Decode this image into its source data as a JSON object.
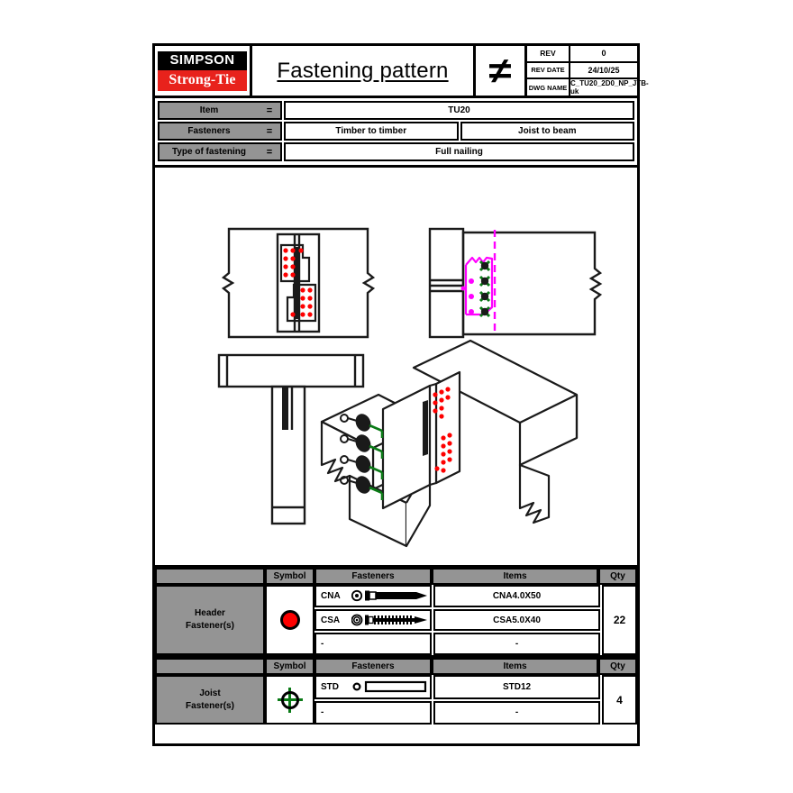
{
  "title_block": {
    "logo_top": "SIMPSON",
    "logo_bottom": "Strong-Tie",
    "sheet_title": "Fastening pattern",
    "projection_symbol": "≠",
    "rev_label": "REV",
    "rev_value": "0",
    "rev_date_label": "REV DATE",
    "rev_date_value": "24/10/25",
    "dwg_name_label": "DWG NAME",
    "dwg_name_value": "C_TU20_2D0_NP_JTB-uk"
  },
  "specs": [
    {
      "label": "Item",
      "equals": "=",
      "values": [
        "TU20"
      ]
    },
    {
      "label": "Fasteners",
      "equals": "=",
      "values": [
        "Timber to timber",
        "Joist to beam"
      ]
    },
    {
      "label": "Type of fastening",
      "equals": "=",
      "values": [
        "Full nailing"
      ]
    }
  ],
  "fastener_tables": [
    {
      "group": "Header\nFastener(s)",
      "group_line1": "Header",
      "group_line2": "Fastener(s)",
      "symbol": "red-filled-circle",
      "headers": [
        "Symbol",
        "Fasteners",
        "Items",
        "Qty"
      ],
      "rows": [
        {
          "tag": "CNA",
          "icon": "nail-icon",
          "item": "CNA4.0X50"
        },
        {
          "tag": "CSA",
          "icon": "screw-icon",
          "item": "CSA5.0X40"
        },
        {
          "tag": "-",
          "icon": "",
          "item": "-"
        }
      ],
      "qty": "22"
    },
    {
      "group_line1": "Joist",
      "group_line2": "Fastener(s)",
      "symbol": "green-crosshair-circle",
      "headers": [
        "Symbol",
        "Fasteners",
        "Items",
        "Qty"
      ],
      "rows": [
        {
          "tag": "STD",
          "icon": "dowel-icon",
          "item": "STD12"
        },
        {
          "tag": "-",
          "icon": "",
          "item": "-"
        }
      ],
      "qty": "4"
    }
  ],
  "colors": {
    "brand_red": "#e8221c",
    "nail_marker": "#fe0000",
    "joist_marker": "#0a7a16",
    "hidden_line": "#ff00ff",
    "header_grey": "#949494",
    "line": "#000000"
  },
  "drawing_views": {
    "front_elevation": "front elevation of joist hanger with red nail positions",
    "side_elevation": "side section with magenta hidden outline and green joist fasteners",
    "plan_view": "T-shaped plan view of beam and joist",
    "isometric": "3D isometric assembly of hanger, header beam and joist"
  }
}
